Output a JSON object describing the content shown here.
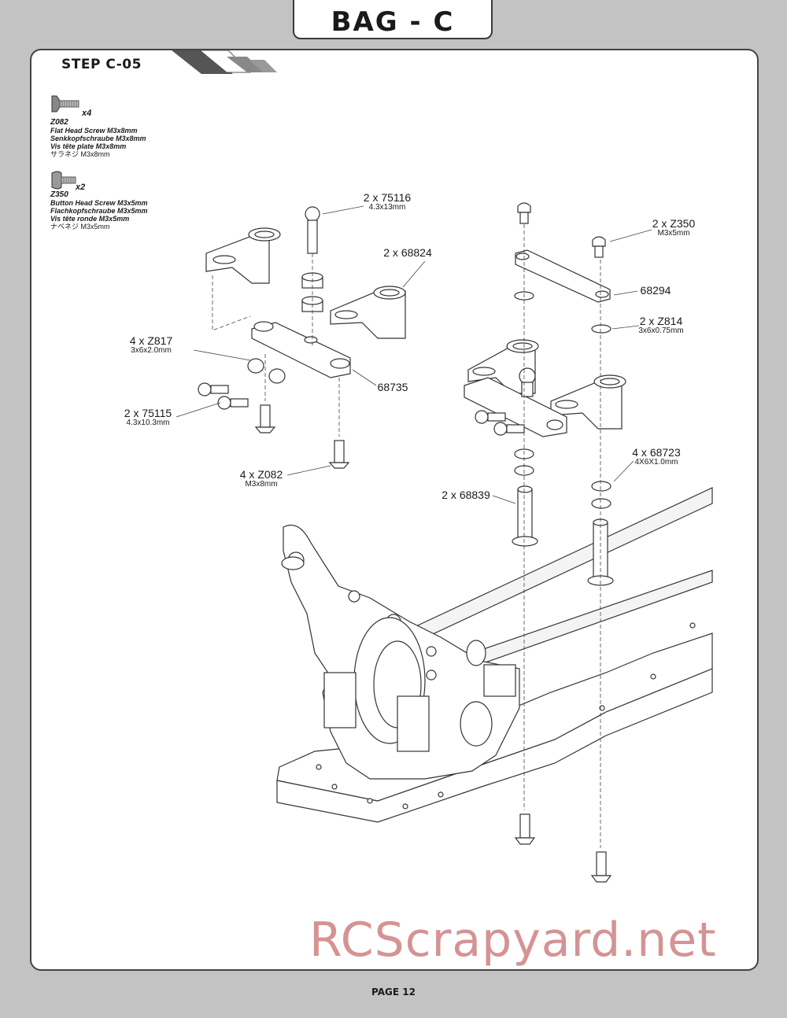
{
  "header": {
    "bag_title": "BAG - C"
  },
  "step": {
    "title": "STEP C-05"
  },
  "legend": [
    {
      "code": "Z082",
      "qty": "x4",
      "lines": [
        "Flat Head Screw M3x8mm",
        "Senkkopfschraube M3x8mm",
        "Vis tête plate M3x8mm"
      ],
      "jp": "サラネジ M3x8mm"
    },
    {
      "code": "Z350",
      "qty": "x2",
      "lines": [
        "Button Head Screw M3x5mm",
        "Flachkopfschraube M3x5mm",
        "Vis tête ronde M3x5mm"
      ],
      "jp": "ナベネジ M3x5mm"
    }
  ],
  "callouts": [
    {
      "label": "2 x 75116",
      "sub": "4.3x13mm"
    },
    {
      "label": "2 x 68824",
      "sub": ""
    },
    {
      "label": "4 x Z817",
      "sub": "3x6x2.0mm"
    },
    {
      "label": "68735",
      "sub": ""
    },
    {
      "label": "2 x 75115",
      "sub": "4.3x10.3mm"
    },
    {
      "label": "4 x Z082",
      "sub": "M3x8mm"
    },
    {
      "label": "2 x Z350",
      "sub": "M3x5mm"
    },
    {
      "label": "68294",
      "sub": ""
    },
    {
      "label": "2 x Z814",
      "sub": "3x6x0.75mm"
    },
    {
      "label": "4 x 68723",
      "sub": "4X6X1.0mm"
    },
    {
      "label": "2 x 68839",
      "sub": ""
    }
  ],
  "watermark": "RCScrapyard.net",
  "footer": {
    "page": "PAGE 12"
  },
  "colors": {
    "background": "#c3c3c3",
    "panel": "#ffffff",
    "watermark": "#d59393",
    "line": "#333333"
  }
}
